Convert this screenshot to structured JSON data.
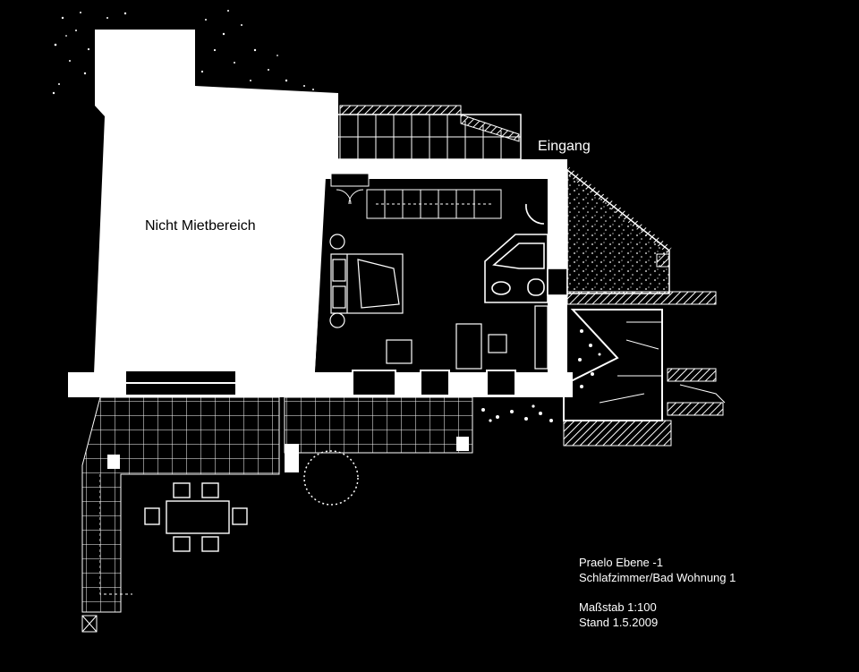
{
  "labels": {
    "non_rental_area": "Nicht Mietbereich",
    "entrance": "Eingang"
  },
  "info_block": {
    "title_line1": "Praelo Ebene -1",
    "title_line2": "Schlafzimmer/Bad Wohnung 1",
    "scale": "Maßstab 1:100",
    "date": "Stand 1.5.2009"
  },
  "colors": {
    "background": "#000000",
    "wall": "#ffffff",
    "line": "#ffffff"
  }
}
